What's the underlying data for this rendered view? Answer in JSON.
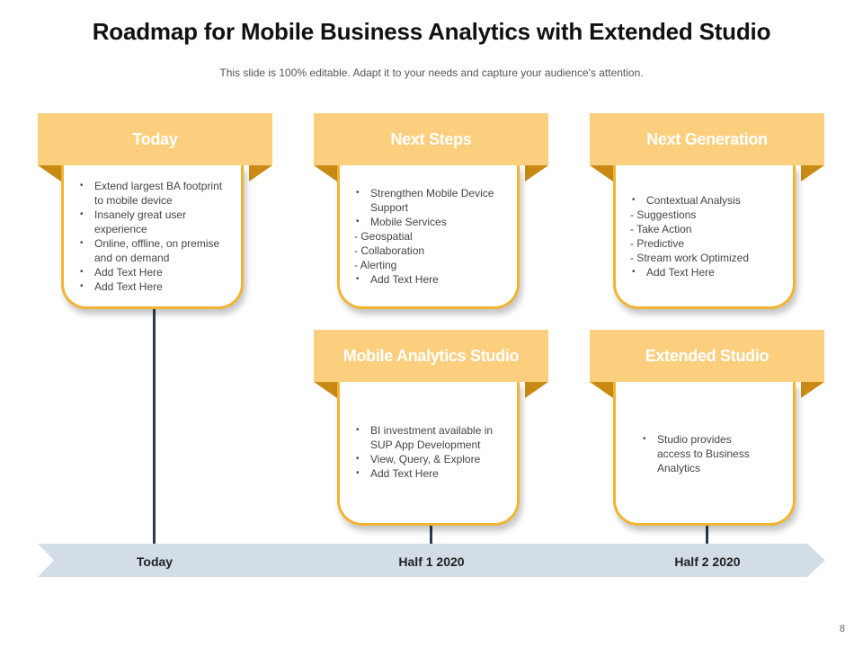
{
  "title": "Roadmap for Mobile Business Analytics with Extended Studio",
  "subtitle": "This slide is 100% editable. Adapt it to your needs and capture your audience's attention.",
  "colors": {
    "header_fill": "#fbcf7e",
    "fold": "#c98a14",
    "card_border": "#f2b431",
    "timeline": "#d3dde7",
    "connector": "#2b3b4e"
  },
  "cards": [
    {
      "header": "Today",
      "items": [
        {
          "type": "bullet",
          "text": "Extend largest BA footprint to mobile device"
        },
        {
          "type": "bullet",
          "text": "Insanely great user experience"
        },
        {
          "type": "bullet",
          "text": "Online, offline, on premise and on demand"
        },
        {
          "type": "bullet",
          "text": "Add Text Here"
        },
        {
          "type": "bullet",
          "text": "Add Text Here"
        }
      ]
    },
    {
      "header": "Next Steps",
      "items": [
        {
          "type": "bullet",
          "text": "Strengthen Mobile Device Support"
        },
        {
          "type": "bullet",
          "text": "Mobile Services"
        },
        {
          "type": "dash",
          "text": "- Geospatial"
        },
        {
          "type": "dash",
          "text": "- Collaboration"
        },
        {
          "type": "dash",
          "text": "- Alerting"
        },
        {
          "type": "bullet",
          "text": "Add Text Here"
        }
      ]
    },
    {
      "header": "Next Generation",
      "items": [
        {
          "type": "bullet",
          "text": "Contextual Analysis"
        },
        {
          "type": "dash",
          "text": "- Suggestions"
        },
        {
          "type": "dash",
          "text": "- Take Action"
        },
        {
          "type": "dash",
          "text": "- Predictive"
        },
        {
          "type": "dash",
          "text": "- Stream work Optimized"
        },
        {
          "type": "bullet",
          "text": "Add Text Here"
        }
      ]
    },
    {
      "header": "Mobile Analytics Studio",
      "items": [
        {
          "type": "bullet",
          "text": "BI investment available in SUP App Development"
        },
        {
          "type": "bullet",
          "text": "View, Query, & Explore"
        },
        {
          "type": "bullet",
          "text": "Add Text Here"
        }
      ]
    },
    {
      "header": "Extended Studio",
      "items": [
        {
          "type": "bullet",
          "text": "Studio provides access to Business Analytics"
        }
      ]
    }
  ],
  "timeline": {
    "labels": [
      "Today",
      "Half 1 2020",
      "Half 2 2020"
    ]
  },
  "page_number": "8"
}
